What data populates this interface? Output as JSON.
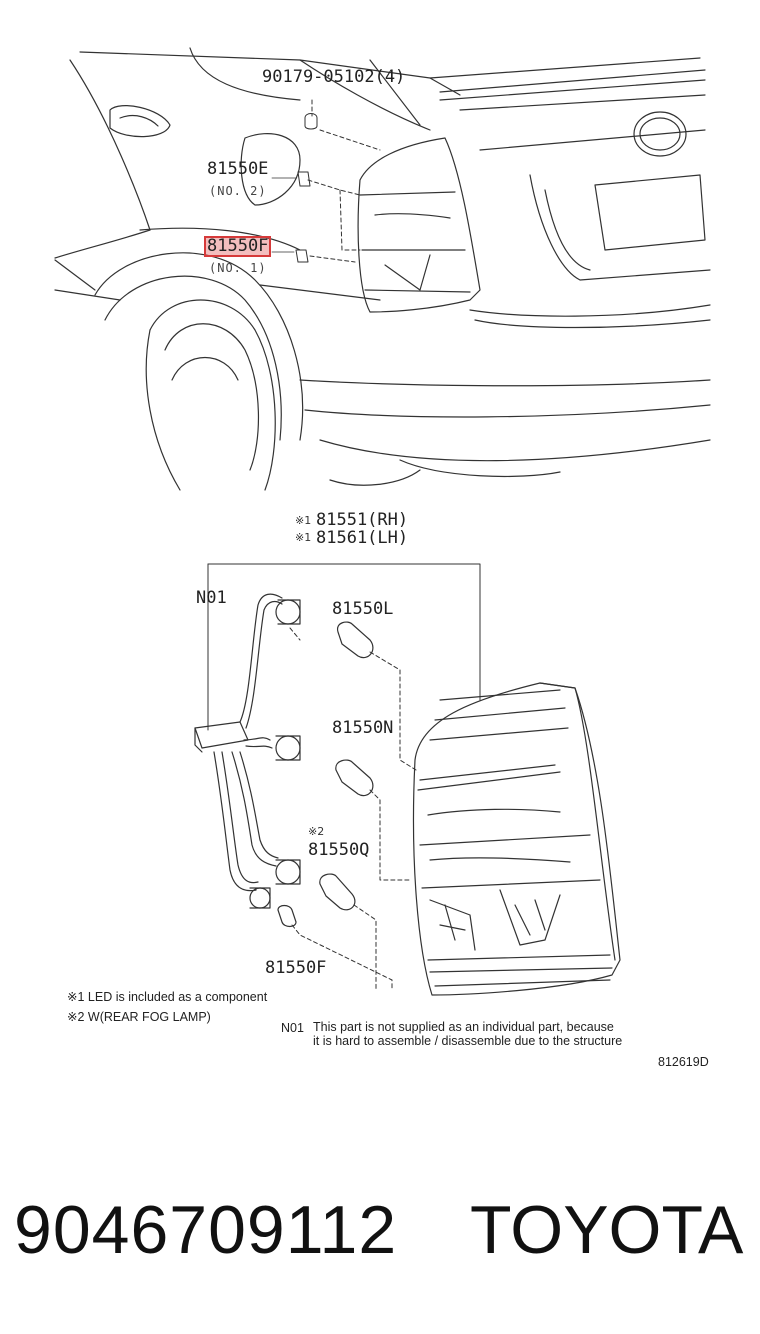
{
  "callouts": {
    "clip": "90179-05102(4)",
    "socket_e": "81550E",
    "socket_e_no": "(NO. 2)",
    "socket_f": "81550F",
    "socket_f_no": "(NO. 1)",
    "mark_1": "※1",
    "lamp_rh": "81551(RH)",
    "mark_1b": "※1",
    "lamp_lh": "81561(LH)",
    "harness": "N01",
    "bulb_l": "81550L",
    "bulb_n": "81550N",
    "mark_2": "※2",
    "bulb_q": "81550Q",
    "bulb_f": "81550F"
  },
  "notes": {
    "note_1": "※1 LED is included as a component",
    "note_2": "※2 W(REAR FOG LAMP)",
    "n01_code": "N01",
    "n01_line1": "This part is not supplied as an individual part, because",
    "n01_line2": "it is hard to assemble / disassemble due to the structure",
    "diagram_id": "812619D"
  },
  "footer": {
    "part_number": "9046709112",
    "brand": "TOYOTA"
  },
  "colors": {
    "line": "#333333",
    "highlight": "#d63a3a"
  }
}
